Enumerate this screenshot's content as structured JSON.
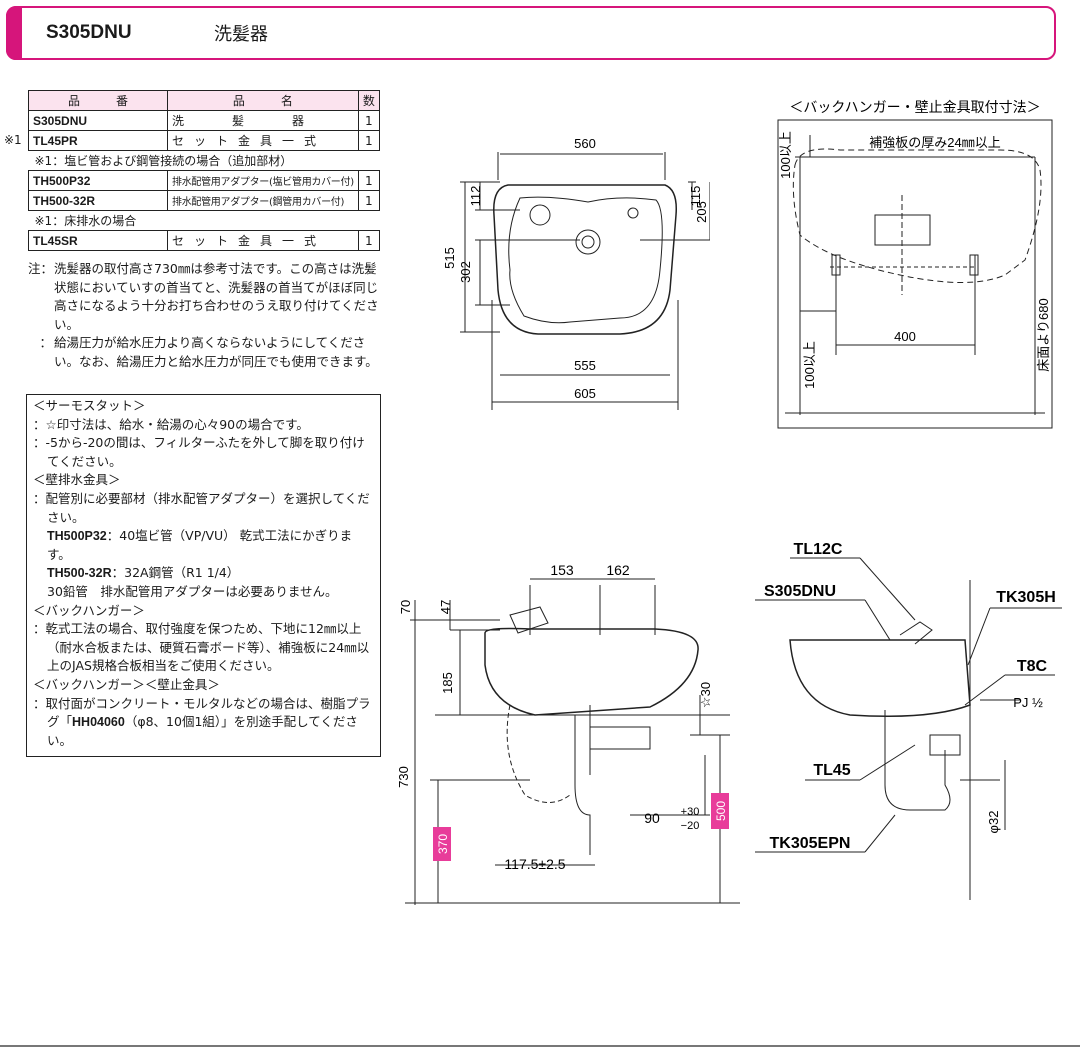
{
  "header": {
    "model": "S305DNU",
    "name": "洗髪器"
  },
  "parts_table": {
    "head": {
      "code": "品　　　番",
      "name": "品　　　名",
      "qty": "数"
    },
    "rows": [
      {
        "code": "S305DNU",
        "name": "洗　　髪　　器",
        "qty": "1"
      },
      {
        "code": "TL45PR",
        "name": "セット金具一式",
        "qty": "1",
        "mark": "※1"
      }
    ],
    "note1": "※1：塩ビ管および鋼管接続の場合（追加部材）",
    "rows2": [
      {
        "code": "TH500P32",
        "name": "排水配管用アダプター(塩ビ管用カバー付)",
        "qty": "1"
      },
      {
        "code": "TH500-32R",
        "name": "排水配管用アダプター(鋼管用カバー付)",
        "qty": "1"
      }
    ],
    "note2": "※1：床排水の場合",
    "rows3": [
      {
        "code": "TL45SR",
        "name": "セット金具一式",
        "qty": "1"
      }
    ]
  },
  "notes": {
    "label": "注：",
    "p1": "洗髪器の取付高さ730㎜は参考寸法です。この高さは洗髪状態においていすの首当てと、洗髪器の首当てがほぼ同じ高さになるよう十分お打ち合わせのうえ取り付けてください。",
    "label2": "：",
    "p2": "給湯圧力が給水圧力より高くならないようにしてください。なお、給湯圧力と給水圧力が同圧でも使用できます。"
  },
  "box": {
    "t1": "＜サーモスタット＞",
    "l1": "：☆印寸法は、給水・給湯の心々90の場合です。",
    "l2": "：-5から-20の間は、フィルターふたを外して脚を取り付けてください。",
    "t2": "＜壁排水金具＞",
    "l3": "：配管別に必要部材（排水配管アダプター）を選択してください。",
    "l4a": "TH500P32",
    "l4b": "：40塩ビ管（VP/VU） 乾式工法にかぎります。",
    "l5a": "TH500-32R",
    "l5b": "：32A鋼管（R1 1/4）",
    "l6": "30鉛管　排水配管用アダプターは必要ありません。",
    "t3": "＜バックハンガー＞",
    "l7": "：乾式工法の場合、取付強度を保つため、下地に12㎜以上（耐水合板または、硬質石膏ボード等）、補強板に24㎜以上のJAS規格合板相当をご使用ください。",
    "t4": "＜バックハンガー＞＜壁止金具＞",
    "l8a": "：取付面がコンクリート・モルタルなどの場合は、樹脂プラグ「",
    "l8b": "HH04060",
    "l8c": "（φ8、10個1組）」を別途手配してください。"
  },
  "top_view": {
    "d560": "560",
    "d112": "112",
    "d115": "115",
    "d205": "205",
    "d515": "515",
    "d302": "302",
    "d555": "555",
    "d605": "605"
  },
  "hanger": {
    "title": "＜バックハンガー・壁止金具取付寸法＞",
    "board": "補強板の厚み24㎜以上",
    "d100top": "100以上",
    "d400": "400",
    "d100bot": "100以上",
    "d680": "床面より680"
  },
  "front_view": {
    "d153": "153",
    "d162": "162",
    "d70": "70",
    "d47": "47",
    "d185": "185",
    "d30": "☆30",
    "d730": "730",
    "d370": "370",
    "d500": "500",
    "d90": "90",
    "tol_p": "+30",
    "tol_m": "−20",
    "d117": "117.5±2.5"
  },
  "side_view": {
    "tl12c": "TL12C",
    "s305": "S305DNU",
    "tk305h": "TK305H",
    "t8c": "T8C",
    "pj": "PJ ½",
    "tl45": "TL45",
    "tk305epn": "TK305EPN",
    "d32": "φ32"
  },
  "colors": {
    "accent": "#d6157b"
  }
}
